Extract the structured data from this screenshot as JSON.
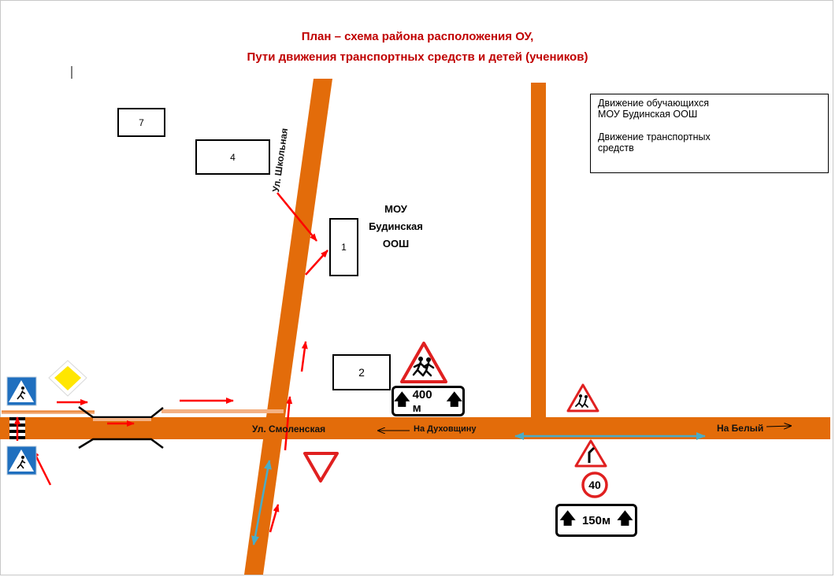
{
  "title": {
    "line1": "План – схема района расположения ОУ,",
    "line2": "Пути движения транспортных средств и детей (учеников)"
  },
  "buildings": {
    "b7": "7",
    "b4": "4",
    "b1": "1",
    "b2": "2"
  },
  "school": {
    "line1": "МОУ",
    "line2": "Будинская",
    "line3": "ООШ"
  },
  "legend": {
    "students": "Движение обучающихся\nМОУ  Будинская  ООШ",
    "vehicles": "Движение транспортных\n средств"
  },
  "streets": {
    "shkolnaya": "Ул. Школьная",
    "smolenskaya": "Ул. Смоленская",
    "dukhovshchina": "На Духовщину",
    "belyi": "На Белый"
  },
  "signs": {
    "distance_400": "400 м",
    "distance_150": "150м",
    "speed_limit": "40"
  },
  "colors": {
    "road": "#e36c0a",
    "student_arrow": "#ff0000",
    "vehicle_arrow": "#4bacc6",
    "title": "#c00000",
    "sign_red": "#e02020",
    "priority_yellow": "#ffe600",
    "crossing_blue": "#1f6fbf"
  }
}
